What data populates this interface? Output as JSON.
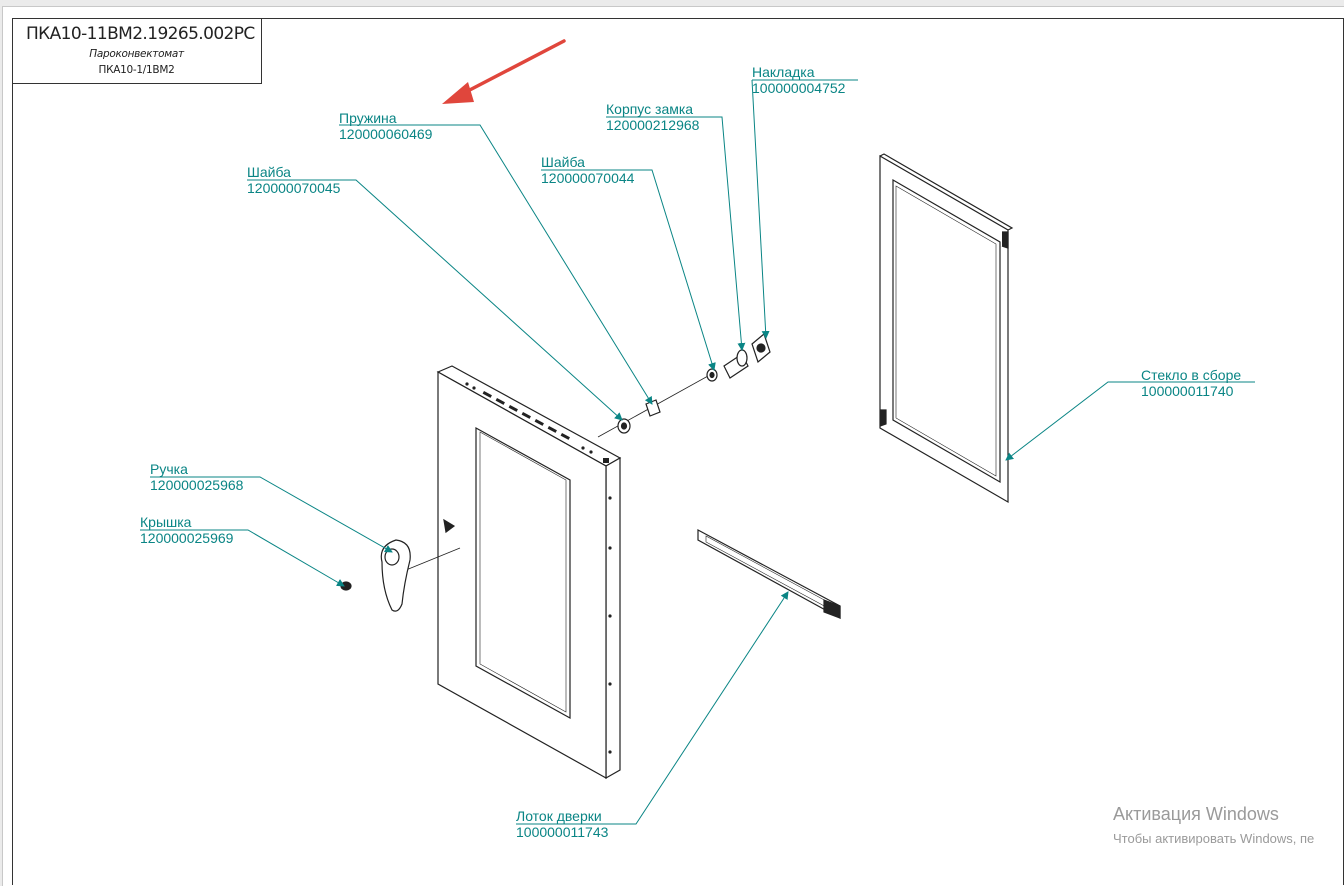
{
  "title_block": {
    "code": "ПКА10-11ВМ2.19265.002РС",
    "name": "Пароконвектомат",
    "model": "ПКА10-1/1ВМ2"
  },
  "callouts": [
    {
      "id": "nakladka",
      "name": "Накладка",
      "part_no": "100000004752"
    },
    {
      "id": "korpus-zamka",
      "name": "Корпус замка",
      "part_no": "120000212968"
    },
    {
      "id": "pruzhina",
      "name": "Пружина",
      "part_no": "120000060469"
    },
    {
      "id": "shaiba-2",
      "name": "Шайба",
      "part_no": "120000070044"
    },
    {
      "id": "shaiba-1",
      "name": "Шайба",
      "part_no": "120000070045"
    },
    {
      "id": "steklo",
      "name": "Стекло в сборе",
      "part_no": "100000011740"
    },
    {
      "id": "ruchka",
      "name": "Ручка",
      "part_no": "120000025968"
    },
    {
      "id": "kryshka",
      "name": "Крышка",
      "part_no": "120000025969"
    },
    {
      "id": "lotok",
      "name": "Лоток дверки",
      "part_no": "100000011743"
    }
  ],
  "colors": {
    "callout": "#0a8585",
    "arrow": "#e0463c",
    "line": "#222222"
  },
  "watermark": {
    "title": "Активация Windows",
    "text": "Чтобы активировать Windows, пе"
  }
}
